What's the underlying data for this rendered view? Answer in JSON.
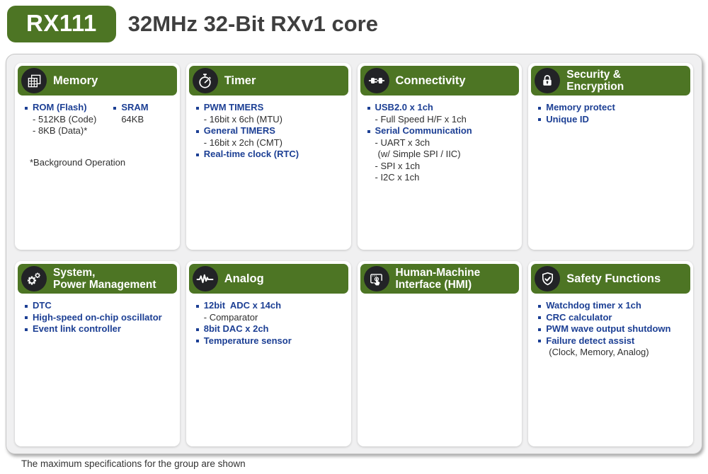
{
  "header": {
    "badge": "RX111",
    "title": "32MHz 32-Bit RXv1 core"
  },
  "footer": "The maximum specifications for the group are shown",
  "colors": {
    "accent_green": "#4d7524",
    "feature_blue": "#1c3f94",
    "icon_circle_bg": "#222326"
  },
  "cards": [
    {
      "id": "memory",
      "icon": "memory-chip-icon",
      "title": "Memory",
      "columns": [
        [
          {
            "kind": "feature",
            "text": "ROM (Flash)"
          },
          {
            "kind": "sub",
            "text": "- 512KB (Code)"
          },
          {
            "kind": "sub",
            "text": "- 8KB (Data)*"
          }
        ],
        [
          {
            "kind": "feature",
            "text": "SRAM"
          },
          {
            "kind": "sub",
            "text": "64KB"
          }
        ]
      ],
      "note": "*Background Operation"
    },
    {
      "id": "timer",
      "icon": "stopwatch-icon",
      "title": "Timer",
      "columns": [
        [
          {
            "kind": "feature",
            "text": "PWM TIMERS"
          },
          {
            "kind": "sub",
            "text": "- 16bit x 6ch (MTU)"
          },
          {
            "kind": "feature",
            "text": "General TIMERS"
          },
          {
            "kind": "sub",
            "text": "- 16bit x 2ch (CMT)"
          },
          {
            "kind": "feature",
            "text": "Real-time clock (RTC)"
          }
        ]
      ]
    },
    {
      "id": "connectivity",
      "icon": "plug-icon",
      "title": "Connectivity",
      "columns": [
        [
          {
            "kind": "feature",
            "text": "USB2.0 x 1ch"
          },
          {
            "kind": "sub",
            "text": "- Full Speed H/F x 1ch"
          },
          {
            "kind": "feature",
            "text": "Serial Communication"
          },
          {
            "kind": "sub",
            "text": "- UART x 3ch"
          },
          {
            "kind": "sub2",
            "text": "(w/ Simple SPI / IIC)"
          },
          {
            "kind": "sub",
            "text": "- SPI x 1ch"
          },
          {
            "kind": "sub",
            "text": "- I2C x 1ch"
          }
        ]
      ]
    },
    {
      "id": "security-encryption",
      "icon": "padlock-icon",
      "title": "Security &\nEncryption",
      "columns": [
        [
          {
            "kind": "feature",
            "text": "Memory protect"
          },
          {
            "kind": "feature",
            "text": "Unique ID"
          }
        ]
      ]
    },
    {
      "id": "system-power-management",
      "icon": "gears-icon",
      "title": "System,\nPower Management",
      "columns": [
        [
          {
            "kind": "feature",
            "text": "DTC"
          },
          {
            "kind": "feature",
            "text": "High-speed on-chip oscillator"
          },
          {
            "kind": "feature",
            "text": "Event link controller"
          }
        ]
      ]
    },
    {
      "id": "analog",
      "icon": "waveform-icon",
      "title": "Analog",
      "columns": [
        [
          {
            "kind": "feature",
            "text": "12bit  ADC x 14ch"
          },
          {
            "kind": "sub",
            "text": "- Comparator"
          },
          {
            "kind": "feature",
            "text": "8bit DAC x 2ch"
          },
          {
            "kind": "feature",
            "text": "Temperature sensor"
          }
        ]
      ]
    },
    {
      "id": "hmi",
      "icon": "touch-screen-icon",
      "title": "Human-Machine\nInterface (HMI)",
      "columns": [
        []
      ]
    },
    {
      "id": "safety-functions",
      "icon": "shield-check-icon",
      "title": "Safety Functions",
      "columns": [
        [
          {
            "kind": "feature",
            "text": "Watchdog timer x 1ch"
          },
          {
            "kind": "feature",
            "text": "CRC calculator"
          },
          {
            "kind": "feature",
            "text": "PWM wave output shutdown"
          },
          {
            "kind": "feature",
            "text": "Failure detect assist"
          },
          {
            "kind": "sub2",
            "text": "(Clock, Memory, Analog)"
          }
        ]
      ]
    }
  ]
}
